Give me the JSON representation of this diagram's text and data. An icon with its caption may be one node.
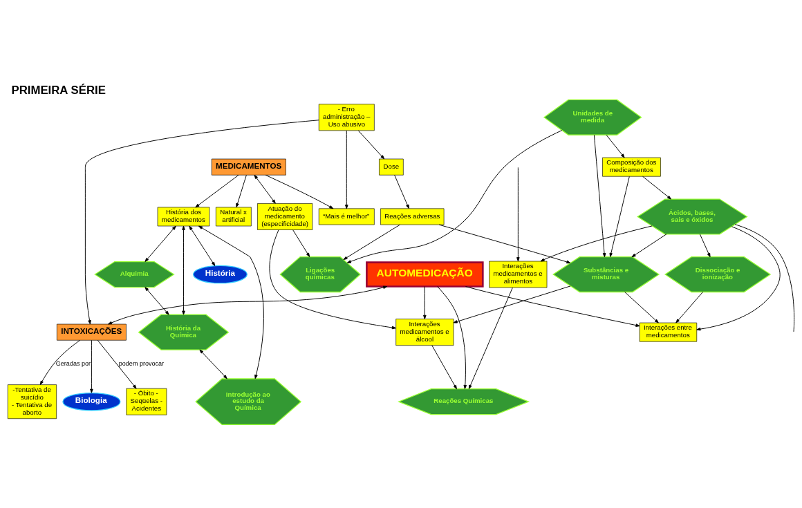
{
  "diagram": {
    "title": "PRIMEIRA SÉRIE",
    "nodes": [
      {
        "text": [
          "História dos medicamentos"
        ]
      },
      {
        "text": [
          "História"
        ]
      },
      {
        "text": [
          "Alquimia"
        ]
      },
      {
        "text": [
          "História da Química"
        ]
      },
      {
        "text": [
          "Introdução ao estudo da Química"
        ]
      },
      {
        "text": [
          "“Mais é melhor”"
        ]
      },
      {
        "text": [
          "MEDICAMENTOS"
        ]
      },
      {
        "text": [
          "- Erro administração – Uso abusivo"
        ]
      },
      {
        "text": [
          "-Tentativa de suicídio",
          "- Tentativa de aborto"
        ]
      },
      {
        "text": [
          "Dose"
        ]
      },
      {
        "text": [
          "Biologia"
        ]
      },
      {
        "text": [
          "Natural x artificial"
        ]
      },
      {
        "text": [
          "Atuação do medicamento (especificidade)"
        ]
      },
      {
        "text": [
          "Reações adversas"
        ]
      },
      {
        "text": [
          "INTOXICAÇÕES"
        ]
      },
      {
        "text": [
          "Unidades de medida"
        ]
      },
      {
        "text": [
          "Ligações químicas"
        ]
      },
      {
        "text": [
          "AUTOMEDICAÇÃO"
        ]
      },
      {
        "text": [
          "Composição dos medicamentos"
        ]
      },
      {
        "text": [
          "Substâncias e misturas"
        ]
      },
      {
        "text": [
          "- Óbito - Seqüelas - Acidentes"
        ]
      },
      {
        "text": [
          "Interações medicamentos e álcool"
        ]
      },
      {
        "text": [
          "Ácidos, bases, sais e óxidos"
        ]
      },
      {
        "text": [
          "Interações entre medicamentos"
        ]
      },
      {
        "text": [
          "Reações Químicas"
        ]
      },
      {
        "text": [
          "Dissociação e ionização"
        ]
      },
      {
        "text": [
          "Interações medicamentos e alimentos"
        ]
      }
    ],
    "edges": [
      {
        "from": 0,
        "to": 1,
        "arrow": "both"
      },
      {
        "from": 0,
        "to": 2,
        "arrow": "both"
      },
      {
        "from": 0,
        "to": 3,
        "arrow": "both"
      },
      {
        "from": 0,
        "to": 4,
        "arrow": "both"
      },
      {
        "from": 2,
        "to": 3,
        "arrow": "both"
      },
      {
        "from": 3,
        "to": 4,
        "arrow": "both"
      },
      {
        "from": 6,
        "to": 0,
        "arrow": "to"
      },
      {
        "from": 6,
        "to": 5,
        "arrow": "to"
      },
      {
        "from": 6,
        "to": 11,
        "arrow": "to"
      },
      {
        "from": 7,
        "to": 5,
        "arrow": "to"
      },
      {
        "from": 7,
        "to": 9,
        "arrow": "to"
      },
      {
        "from": 7,
        "to": 14,
        "arrow": "to"
      },
      {
        "from": 6,
        "to": 12,
        "arrow": "both"
      },
      {
        "from": 9,
        "to": 13,
        "arrow": "to"
      },
      {
        "from": 13,
        "to": 19,
        "arrow": "to"
      },
      {
        "from": 13,
        "to": 16,
        "arrow": "to"
      },
      {
        "from": 15,
        "to": 19,
        "arrow": "to"
      },
      {
        "from": 15,
        "to": 16,
        "arrow": "to"
      },
      {
        "from": 15,
        "to": 18,
        "arrow": "to"
      },
      {
        "from": 18,
        "to": 19,
        "arrow": "to"
      },
      {
        "from": 18,
        "to": 22,
        "arrow": "to"
      },
      {
        "from": 14,
        "to": 8,
        "arrow": "to",
        "label": "Geradas por"
      },
      {
        "from": 14,
        "to": 10,
        "arrow": "to"
      },
      {
        "from": 14,
        "to": 20,
        "arrow": "to",
        "label": "podem provocar"
      },
      {
        "from": 17,
        "to": 14,
        "arrow": "both"
      },
      {
        "from": 12,
        "to": 16,
        "arrow": "to"
      },
      {
        "from": 12,
        "to": 21,
        "arrow": "to"
      },
      {
        "from": 17,
        "to": 21,
        "arrow": "to"
      },
      {
        "from": 17,
        "to": 23,
        "arrow": "to"
      },
      {
        "from": 17,
        "to": 24,
        "arrow": "to"
      },
      {
        "from": 21,
        "to": 24,
        "arrow": "to"
      },
      {
        "from": 19,
        "to": 21,
        "arrow": "to"
      },
      {
        "from": 19,
        "to": 23,
        "arrow": "to"
      },
      {
        "from": 25,
        "to": 23,
        "arrow": "to"
      },
      {
        "from": 22,
        "to": 19,
        "arrow": "to"
      },
      {
        "from": 22,
        "to": 26,
        "arrow": "to"
      },
      {
        "from": 22,
        "to": 23,
        "arrow": "to"
      },
      {
        "from": 22,
        "to": 25,
        "arrow": "to"
      },
      {
        "from": 22,
        "to": null,
        "arrow": "none"
      },
      {
        "from": 26,
        "to": 24,
        "arrow": "to"
      },
      {
        "from": null,
        "to": 26,
        "arrow": "to"
      }
    ]
  }
}
